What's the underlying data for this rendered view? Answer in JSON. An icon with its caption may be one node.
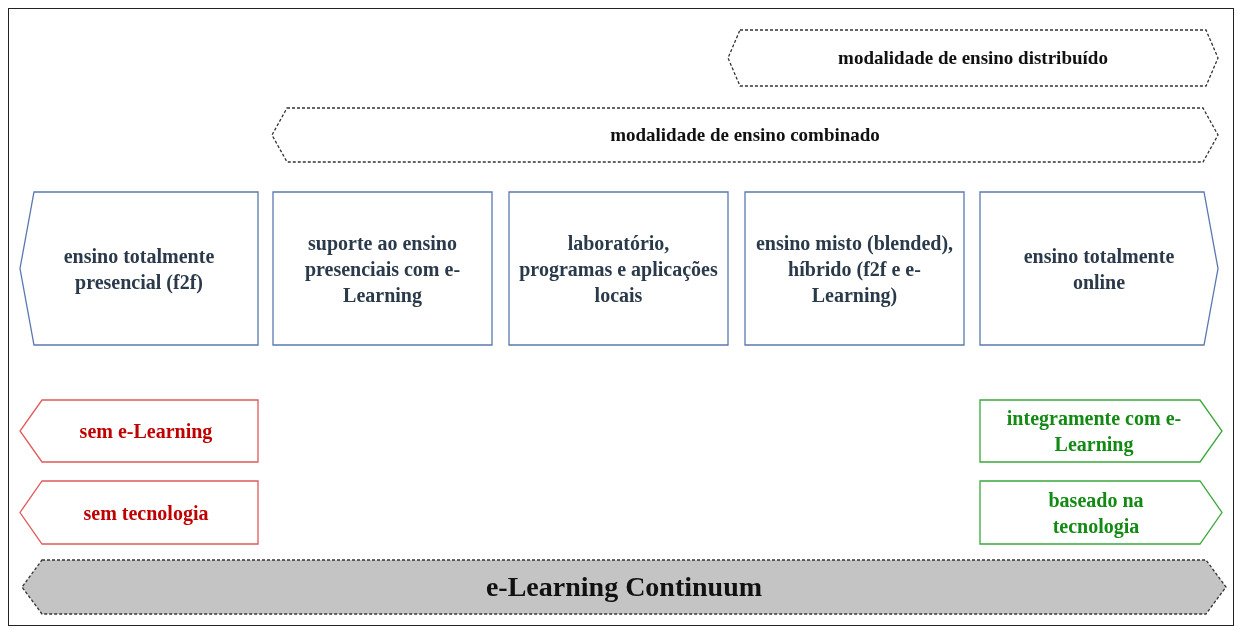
{
  "diagram": {
    "nodes": [
      {
        "text": [
          "modalidade de ensino distribuído"
        ]
      },
      {
        "text": [
          "modalidade de ensino combinado"
        ]
      },
      {
        "text": [
          "ensino totalmente presencial (f2f)"
        ]
      },
      {
        "text": [
          "suporte ao ensino presenciais com e-Learning"
        ]
      },
      {
        "text": [
          "laboratório, programas e aplicações locais"
        ]
      },
      {
        "text": [
          "ensino misto (blended), híbrido (f2f e e-Learning)"
        ]
      },
      {
        "text": [
          "ensino totalmente online"
        ]
      },
      {
        "text": [
          "sem e-Learning"
        ]
      },
      {
        "text": [
          "integramente com e-Learning"
        ]
      },
      {
        "text": [
          "sem tecnologia"
        ]
      },
      {
        "text": [
          "baseado na tecnologia"
        ]
      },
      {
        "text": [
          "e-Learning Continuum"
        ]
      }
    ],
    "edges": []
  }
}
